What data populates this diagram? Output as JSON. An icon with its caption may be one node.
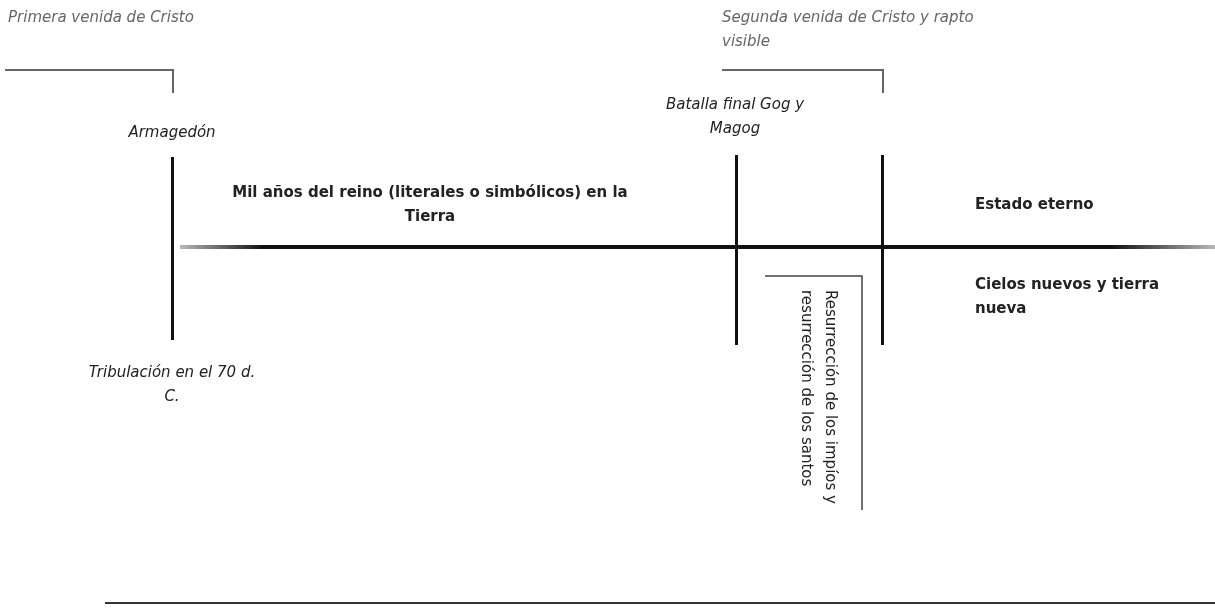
{
  "diagram": {
    "labels": [
      "Primera venida de Cristo",
      "Segunda venida de Cristo y rapto visible",
      "Batalla final Gog y Magog",
      "Armagedón",
      "Mil años del reino (literales o simbólicos) en la Tierra",
      "Estado eterno",
      "Cielos nuevos y tierra nueva",
      "Resurrección de los impíos y resurrección de los santos",
      "Tribulación en el 70 d. C."
    ]
  }
}
